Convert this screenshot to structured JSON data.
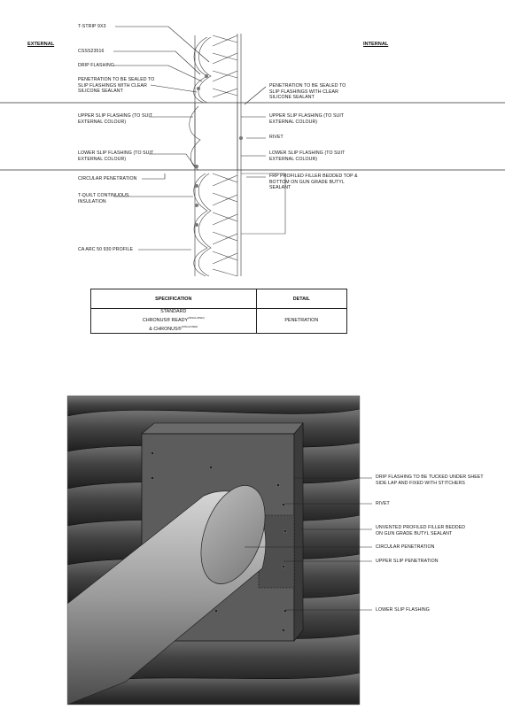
{
  "top_diagram": {
    "side_left": "EXTERNAL",
    "side_right": "INTERNAL",
    "left_labels": [
      "T-STRIP 9x3",
      "CSSS23516",
      "DRIP FLASHING",
      "PENETRATION TO BE SEALED TO SLIP FLASHINGS WITH CLEAR SILICONE SEALANT",
      "UPPER SLIP FLASHING (TO SUIT EXTERNAL COLOUR)",
      "LOWER SLIP FLASHING (TO SUIT EXTERNAL COLOUR)",
      "CIRCULAR PENETRATION",
      "T-QUILT CONTINUOUS INSULATION",
      "CA ARC 50 930 PROFILE"
    ],
    "right_labels": [
      "PENETRATION TO BE SEALED TO SLIP FLASHINGS WITH CLEAR SILICONE SEALANT",
      "UPPER SLIP FLASHING (TO SUIT EXTERNAL COLOUR)",
      "RIVET",
      "LOWER SLIP FLASHING (TO SUIT EXTERNAL COLOUR)",
      "FRP PROFILED FILLER BEDDED TOP & BOTTOM ON GUN GRADE BUTYL SEALANT"
    ]
  },
  "spec_table": {
    "header_spec": "SPECIFICATION",
    "header_detail": "DETAIL",
    "spec_line1": "STANDARD",
    "spec_line2": "CHRONUS® READY",
    "spec_line2_sup": "(insulated)",
    "spec_line3": "& CHRONUS®",
    "spec_line3_sup": "(insulated)",
    "detail": "PENETRATION"
  },
  "iso_view": {
    "labels": [
      "DRIP FLASHING TO BE TUCKED UNDER SHEET SIDE LAP AND FIXED WITH STITCHERS",
      "RIVET",
      "UNVENTED PROFILED FILLER BEDDED ON GUN GRADE BUTYL SEALANT",
      "CIRCULAR PENETRATION",
      "UPPER SLIP PENETRATION",
      "LOWER SLIP FLASHING"
    ]
  }
}
